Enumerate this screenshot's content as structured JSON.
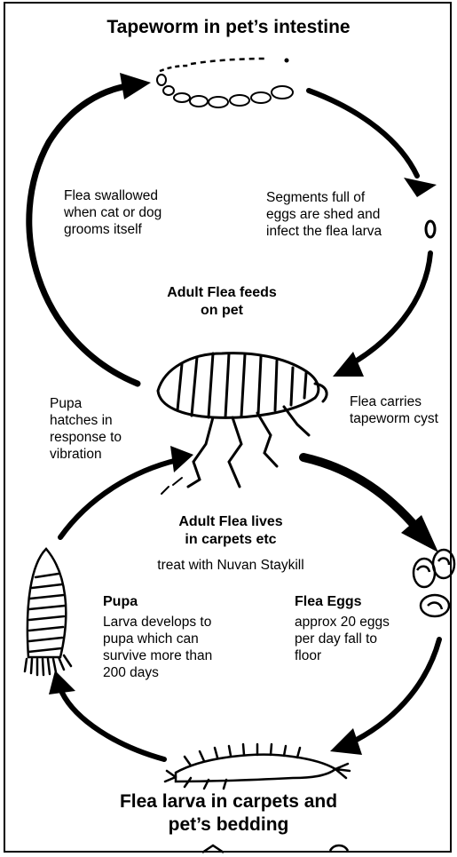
{
  "title_top": "Tapeworm in pet’s intestine",
  "label_flea_swallowed": "Flea swallowed\nwhen cat or dog\ngrooms itself",
  "label_segments": "Segments full of\neggs are shed and\ninfect the flea larva",
  "label_adult_feeds": "Adult Flea feeds\non pet",
  "label_pupa_hatches": "Pupa\nhatches in\nresponse to\nvibration",
  "label_flea_carries": "Flea carries\ntapeworm cyst",
  "label_adult_lives": "Adult Flea lives\nin carpets etc",
  "label_treat": "treat with Nuvan Staykill",
  "pupa": {
    "heading": "Pupa",
    "text": "Larva develops to\npupa which can\nsurvive more than\n200 days"
  },
  "eggs": {
    "heading": "Flea Eggs",
    "text": "approx 20 eggs\nper day fall to\nfloor"
  },
  "title_bottom": "Flea larva in carpets and\npet’s bedding",
  "colors": {
    "ink": "#000000",
    "background": "#ffffff"
  },
  "icons": [
    "tapeworm-icon",
    "tapeworm-segment-icon",
    "adult-flea-icon",
    "flea-eggs-icon",
    "pupa-icon",
    "flea-larva-icon"
  ]
}
